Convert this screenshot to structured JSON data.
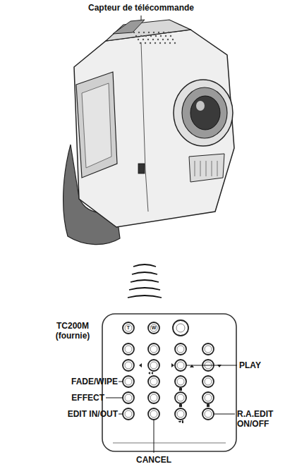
{
  "diagram": {
    "labels": [
      "Capteur de télécommande",
      "TC200M (fournie)",
      "FADE/WIPE",
      "EFFECT",
      "EDIT IN/OUT",
      "CANCEL",
      "PLAY",
      "R.A.EDIT ON/OFF",
      "T",
      "W"
    ]
  }
}
